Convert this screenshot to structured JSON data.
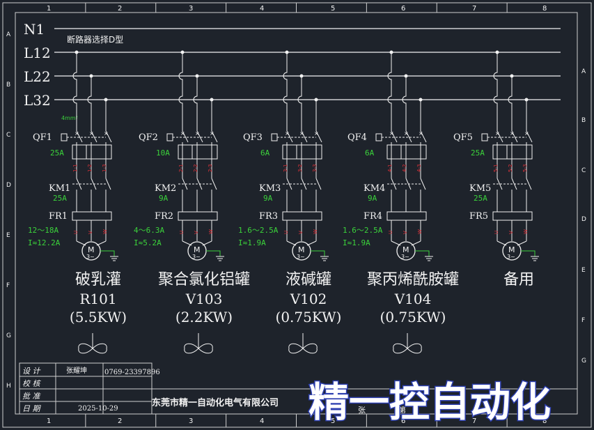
{
  "buses": [
    "N1",
    "L12",
    "L22",
    "L32"
  ],
  "note": "断路器选择D型",
  "wire_size": "4mm²",
  "grid": {
    "cols": [
      "1",
      "2",
      "3",
      "4",
      "5",
      "6",
      "7",
      "8"
    ],
    "rows_left": [
      "A",
      "B",
      "C",
      "D",
      "E",
      "F",
      "G",
      "H"
    ],
    "rows_right": [
      "A",
      "B",
      "C",
      "D",
      "E",
      "F",
      "G",
      "H"
    ]
  },
  "feeders": [
    {
      "qf": "QF1",
      "qf_rating": "25A",
      "km": "KM1",
      "km_rating": "25A",
      "fr": "FR1",
      "fr_range": "12～18A",
      "fr_set": "I≈12.2A",
      "motor": "M",
      "motor_sub": "3~",
      "name": "破乳灌",
      "tag": "R101",
      "power": "(5.5KW)",
      "wire_labels": [
        "1-1",
        "1-2",
        "1-3"
      ]
    },
    {
      "qf": "QF2",
      "qf_rating": "10A",
      "km": "KM2",
      "km_rating": "9A",
      "fr": "FR2",
      "fr_range": "4～6.3A",
      "fr_set": "I≈5.2A",
      "motor": "M",
      "motor_sub": "3~",
      "name": "聚合氯化铝罐",
      "tag": "V103",
      "power": "(2.2KW)",
      "wire_labels": [
        "2-1",
        "2-2",
        "2-3"
      ]
    },
    {
      "qf": "QF3",
      "qf_rating": "6A",
      "km": "KM3",
      "km_rating": "9A",
      "fr": "FR3",
      "fr_range": "1.6～2.5A",
      "fr_set": "I≈1.9A",
      "motor": "M",
      "motor_sub": "3~",
      "name": "液碱罐",
      "tag": "V102",
      "power": "(0.75KW)",
      "wire_labels": [
        "3-1",
        "3-2",
        "3-3"
      ]
    },
    {
      "qf": "QF4",
      "qf_rating": "6A",
      "km": "KM4",
      "km_rating": "9A",
      "fr": "FR4",
      "fr_range": "1.6～2.5A",
      "fr_set": "I≈1.9A",
      "motor": "M",
      "motor_sub": "3~",
      "name": "聚丙烯酰胺罐",
      "tag": "V104",
      "power": "(0.75KW)",
      "wire_labels": [
        "4-1",
        "4-2",
        "4-3"
      ]
    },
    {
      "qf": "QF5",
      "qf_rating": "25A",
      "km": "KM5",
      "km_rating": "25A",
      "fr": "FR5",
      "fr_range": "",
      "fr_set": "",
      "motor": "M",
      "motor_sub": "3~",
      "name": "备用",
      "tag": "",
      "power": "",
      "wire_labels": [
        "5-1",
        "5-2",
        "5-3"
      ]
    }
  ],
  "titleblock": {
    "design_label": "设 计",
    "design_value": "张耀坤",
    "phone": "0769-23397896",
    "check_label": "校 核",
    "approve_label": "批 准",
    "date_label": "日 期",
    "date_value": "2025-10-29",
    "company": "东莞市精一自动化电气有限公司",
    "drawn_label": "张",
    "page_label": "第"
  },
  "watermark": "精一控自动化",
  "colors": {
    "background": "#1e232b",
    "line": "#f2f2f2",
    "rating": "#3bd23b",
    "wire_label": "#e8323a",
    "watermark_outline": "#2d3fb0"
  }
}
